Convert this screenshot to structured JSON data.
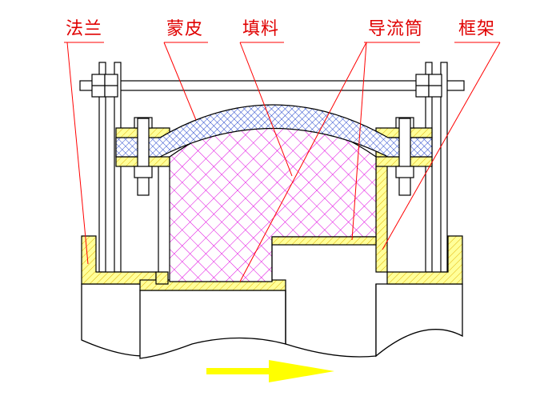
{
  "labels": {
    "flange": "法兰",
    "cover": "蒙皮",
    "filler": "填料",
    "guide_tube": "导流筒",
    "frame": "框架"
  },
  "colors": {
    "flange_fill": "#ffff99",
    "flange_hatch": "#e0b000",
    "cover_hatch": "#2244cc",
    "filler_hatch": "#e000e0",
    "leader_line": "#ff0000",
    "outline": "#000000",
    "flow_arrow": "#ffff00"
  },
  "icons": {
    "flow_direction": "arrow-right-icon",
    "bolt": "bolt-nut-icon"
  }
}
